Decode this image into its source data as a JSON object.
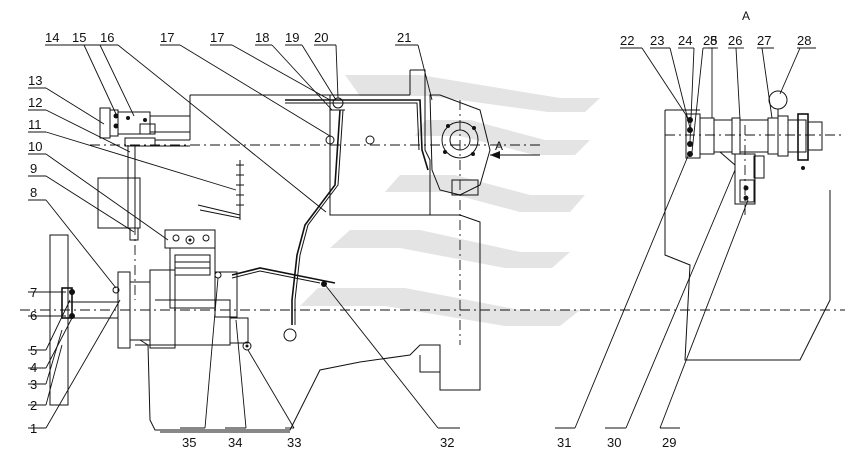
{
  "view_label": "A",
  "section_arrow_label": "A",
  "callouts": [
    {
      "id": "14"
    },
    {
      "id": "15"
    },
    {
      "id": "16"
    },
    {
      "id": "17"
    },
    {
      "id": "17"
    },
    {
      "id": "18"
    },
    {
      "id": "19"
    },
    {
      "id": "20"
    },
    {
      "id": "21"
    },
    {
      "id": "22"
    },
    {
      "id": "23"
    },
    {
      "id": "24"
    },
    {
      "id": "25"
    },
    {
      "id": "8"
    },
    {
      "id": "26"
    },
    {
      "id": "27"
    },
    {
      "id": "28"
    },
    {
      "id": "13"
    },
    {
      "id": "12"
    },
    {
      "id": "11"
    },
    {
      "id": "10"
    },
    {
      "id": "9"
    },
    {
      "id": "8"
    },
    {
      "id": "7"
    },
    {
      "id": "6"
    },
    {
      "id": "5"
    },
    {
      "id": "4"
    },
    {
      "id": "3"
    },
    {
      "id": "2"
    },
    {
      "id": "1"
    },
    {
      "id": "35"
    },
    {
      "id": "34"
    },
    {
      "id": "33"
    },
    {
      "id": "32"
    },
    {
      "id": "31"
    },
    {
      "id": "30"
    },
    {
      "id": "29"
    }
  ]
}
